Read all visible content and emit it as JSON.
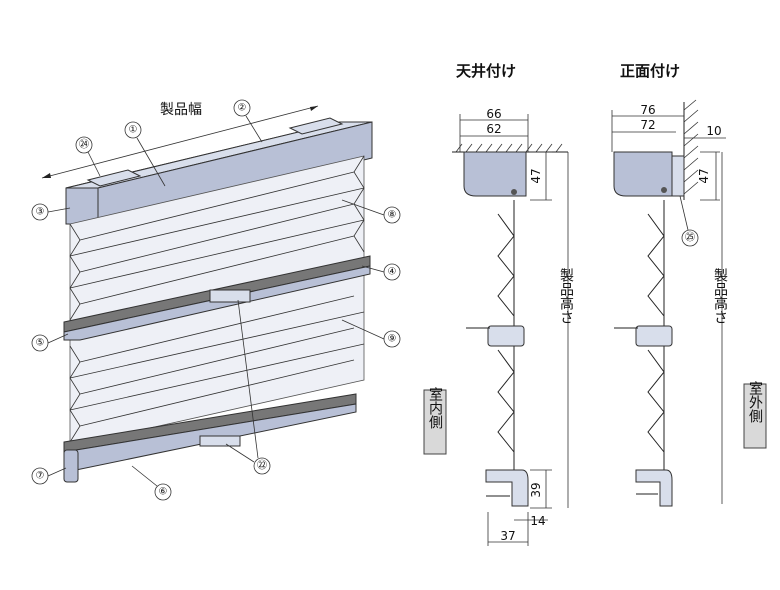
{
  "titles": {
    "ceiling_mount": "天井付け",
    "front_mount": "正面付け"
  },
  "labels": {
    "product_width": "製品幅",
    "product_height": "製品高さ",
    "indoor_side": "室内側",
    "outdoor_side": "室外側"
  },
  "part_numbers": [
    "①",
    "②",
    "③",
    "④",
    "⑤",
    "⑥",
    "⑦",
    "⑧",
    "⑨",
    "㉒",
    "㉔",
    "㉕"
  ],
  "ceiling_dims": {
    "outer_width": "66",
    "inner_width": "62",
    "head_height": "47",
    "bottom_height": "39",
    "bottom_offset": "14",
    "bottom_depth": "37"
  },
  "front_dims": {
    "outer_width": "76",
    "inner_width": "72",
    "wall_offset": "10",
    "head_height": "47"
  },
  "colors": {
    "rail": "#b8c0d6",
    "fabric": "#eef0f6",
    "tag": "#d9d9d9"
  }
}
